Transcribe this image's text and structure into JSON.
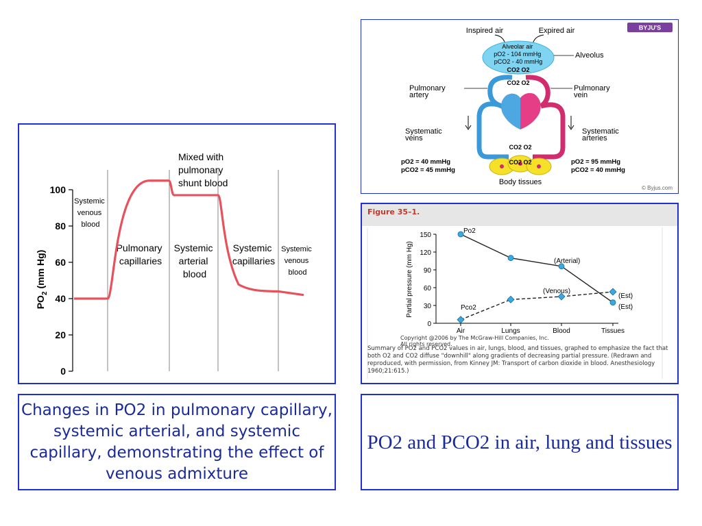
{
  "left_chart": {
    "ylabel": "PO2 (mm Hg)",
    "ylabel_main": "PO",
    "ylabel_sub": "2",
    "ylabel_unit": "(mm Hg)",
    "yticks": [
      "0",
      "20",
      "40",
      "60",
      "80",
      "100"
    ],
    "annotation": [
      "Mixed with",
      "pulmonary",
      "shunt blood"
    ],
    "regions": [
      {
        "lines": [
          "Systemic",
          "venous",
          "blood"
        ]
      },
      {
        "lines": [
          "Pulmonary",
          "capillaries"
        ]
      },
      {
        "lines": [
          "Systemic",
          "arterial",
          "blood"
        ]
      },
      {
        "lines": [
          "Systemic",
          "capillaries"
        ]
      },
      {
        "lines": [
          "Systemic",
          "venous",
          "blood"
        ]
      }
    ]
  },
  "left_caption": "Changes in PO2 in pulmonary capillary, systemic arterial, and systemic capillary, demonstrating the effect of venous admixture",
  "right_caption": "PO2 and PCO2 in air, lung and tissues",
  "figure": {
    "title": "Figure 35–1.",
    "ylabel": "Partial pressure (mm Hg)",
    "xticks": [
      "Air",
      "Lungs",
      "Blood",
      "Tissues"
    ],
    "yticks": [
      "0",
      "30",
      "60",
      "90",
      "120",
      "150"
    ],
    "labels": {
      "po2": "Po2",
      "pco2": "Pco2",
      "arterial": "(Arterial)",
      "venous": "(Venous)",
      "est1": "(Est)",
      "est2": "(Est)"
    },
    "copyright": [
      "Copyright @2006 by The McGraw-Hill Companies, Inc.",
      "All rights reserved."
    ],
    "caption": "Summary of PO2 and PCO2 values in air, lungs, blood, and tissues, graphed to emphasize the fact that both O2 and CO2 diffuse \"downhill\" along gradients of decreasing partial pressure. (Redrawn and reproduced, with permission, from Kinney JM: Transport of carbon dioxide in blood. Anesthesiology 1960;21:615.)"
  },
  "diagram": {
    "brand": "BYJU'S",
    "inspired_air": "Inspired air",
    "expired_air": "Expired air",
    "alveolar": [
      "Alveolar air",
      "pO2 - 104 mmHg",
      "pCO2 - 40 mmHg"
    ],
    "alveolus": "Alveolus",
    "co2_o2": "CO2  O2",
    "pulmonary_artery": [
      "Pulmonary",
      "artery"
    ],
    "pulmonary_vein": [
      "Pulmonary",
      "vein"
    ],
    "systematic_veins": [
      "Systematic",
      "veins"
    ],
    "systematic_arteries": [
      "Systematic",
      "arteries"
    ],
    "left_values": [
      "pO2    = 40 mmHg",
      "pCO2 = 45 mmHg"
    ],
    "right_values": [
      "pO2    = 95 mmHg",
      "pCO2 = 40 mmHg"
    ],
    "body_tissues": "Body tissues",
    "credit": "© Byjus.com"
  },
  "chart_data": [
    {
      "type": "line",
      "title": "",
      "ylabel": "PO2 (mm Hg)",
      "ylim": [
        0,
        100
      ],
      "y_ticks": [
        0,
        20,
        40,
        60,
        80,
        100
      ],
      "series": [
        {
          "color": "#e8505b",
          "points": [
            {
              "region": "Systemic venous blood",
              "y": 40
            },
            {
              "region": "Pulmonary capillaries",
              "y": 105
            },
            {
              "region": "Systemic arterial blood",
              "y": 97
            },
            {
              "region": "Systemic capillaries",
              "y": 44
            },
            {
              "region": "Systemic venous blood",
              "y": 42
            }
          ]
        }
      ]
    },
    {
      "type": "line",
      "title": "Figure 35–1.",
      "xlabel": "",
      "ylabel": "Partial pressure (mm Hg)",
      "categories": [
        "Air",
        "Lungs",
        "Blood",
        "Tissues"
      ],
      "ylim": [
        0,
        150
      ],
      "series": [
        {
          "name": "Po2",
          "values": [
            150,
            110,
            96,
            35
          ],
          "style": "solid"
        },
        {
          "name": "Pco2",
          "values": [
            6,
            40,
            45,
            53
          ],
          "style": "dashed"
        }
      ]
    }
  ]
}
